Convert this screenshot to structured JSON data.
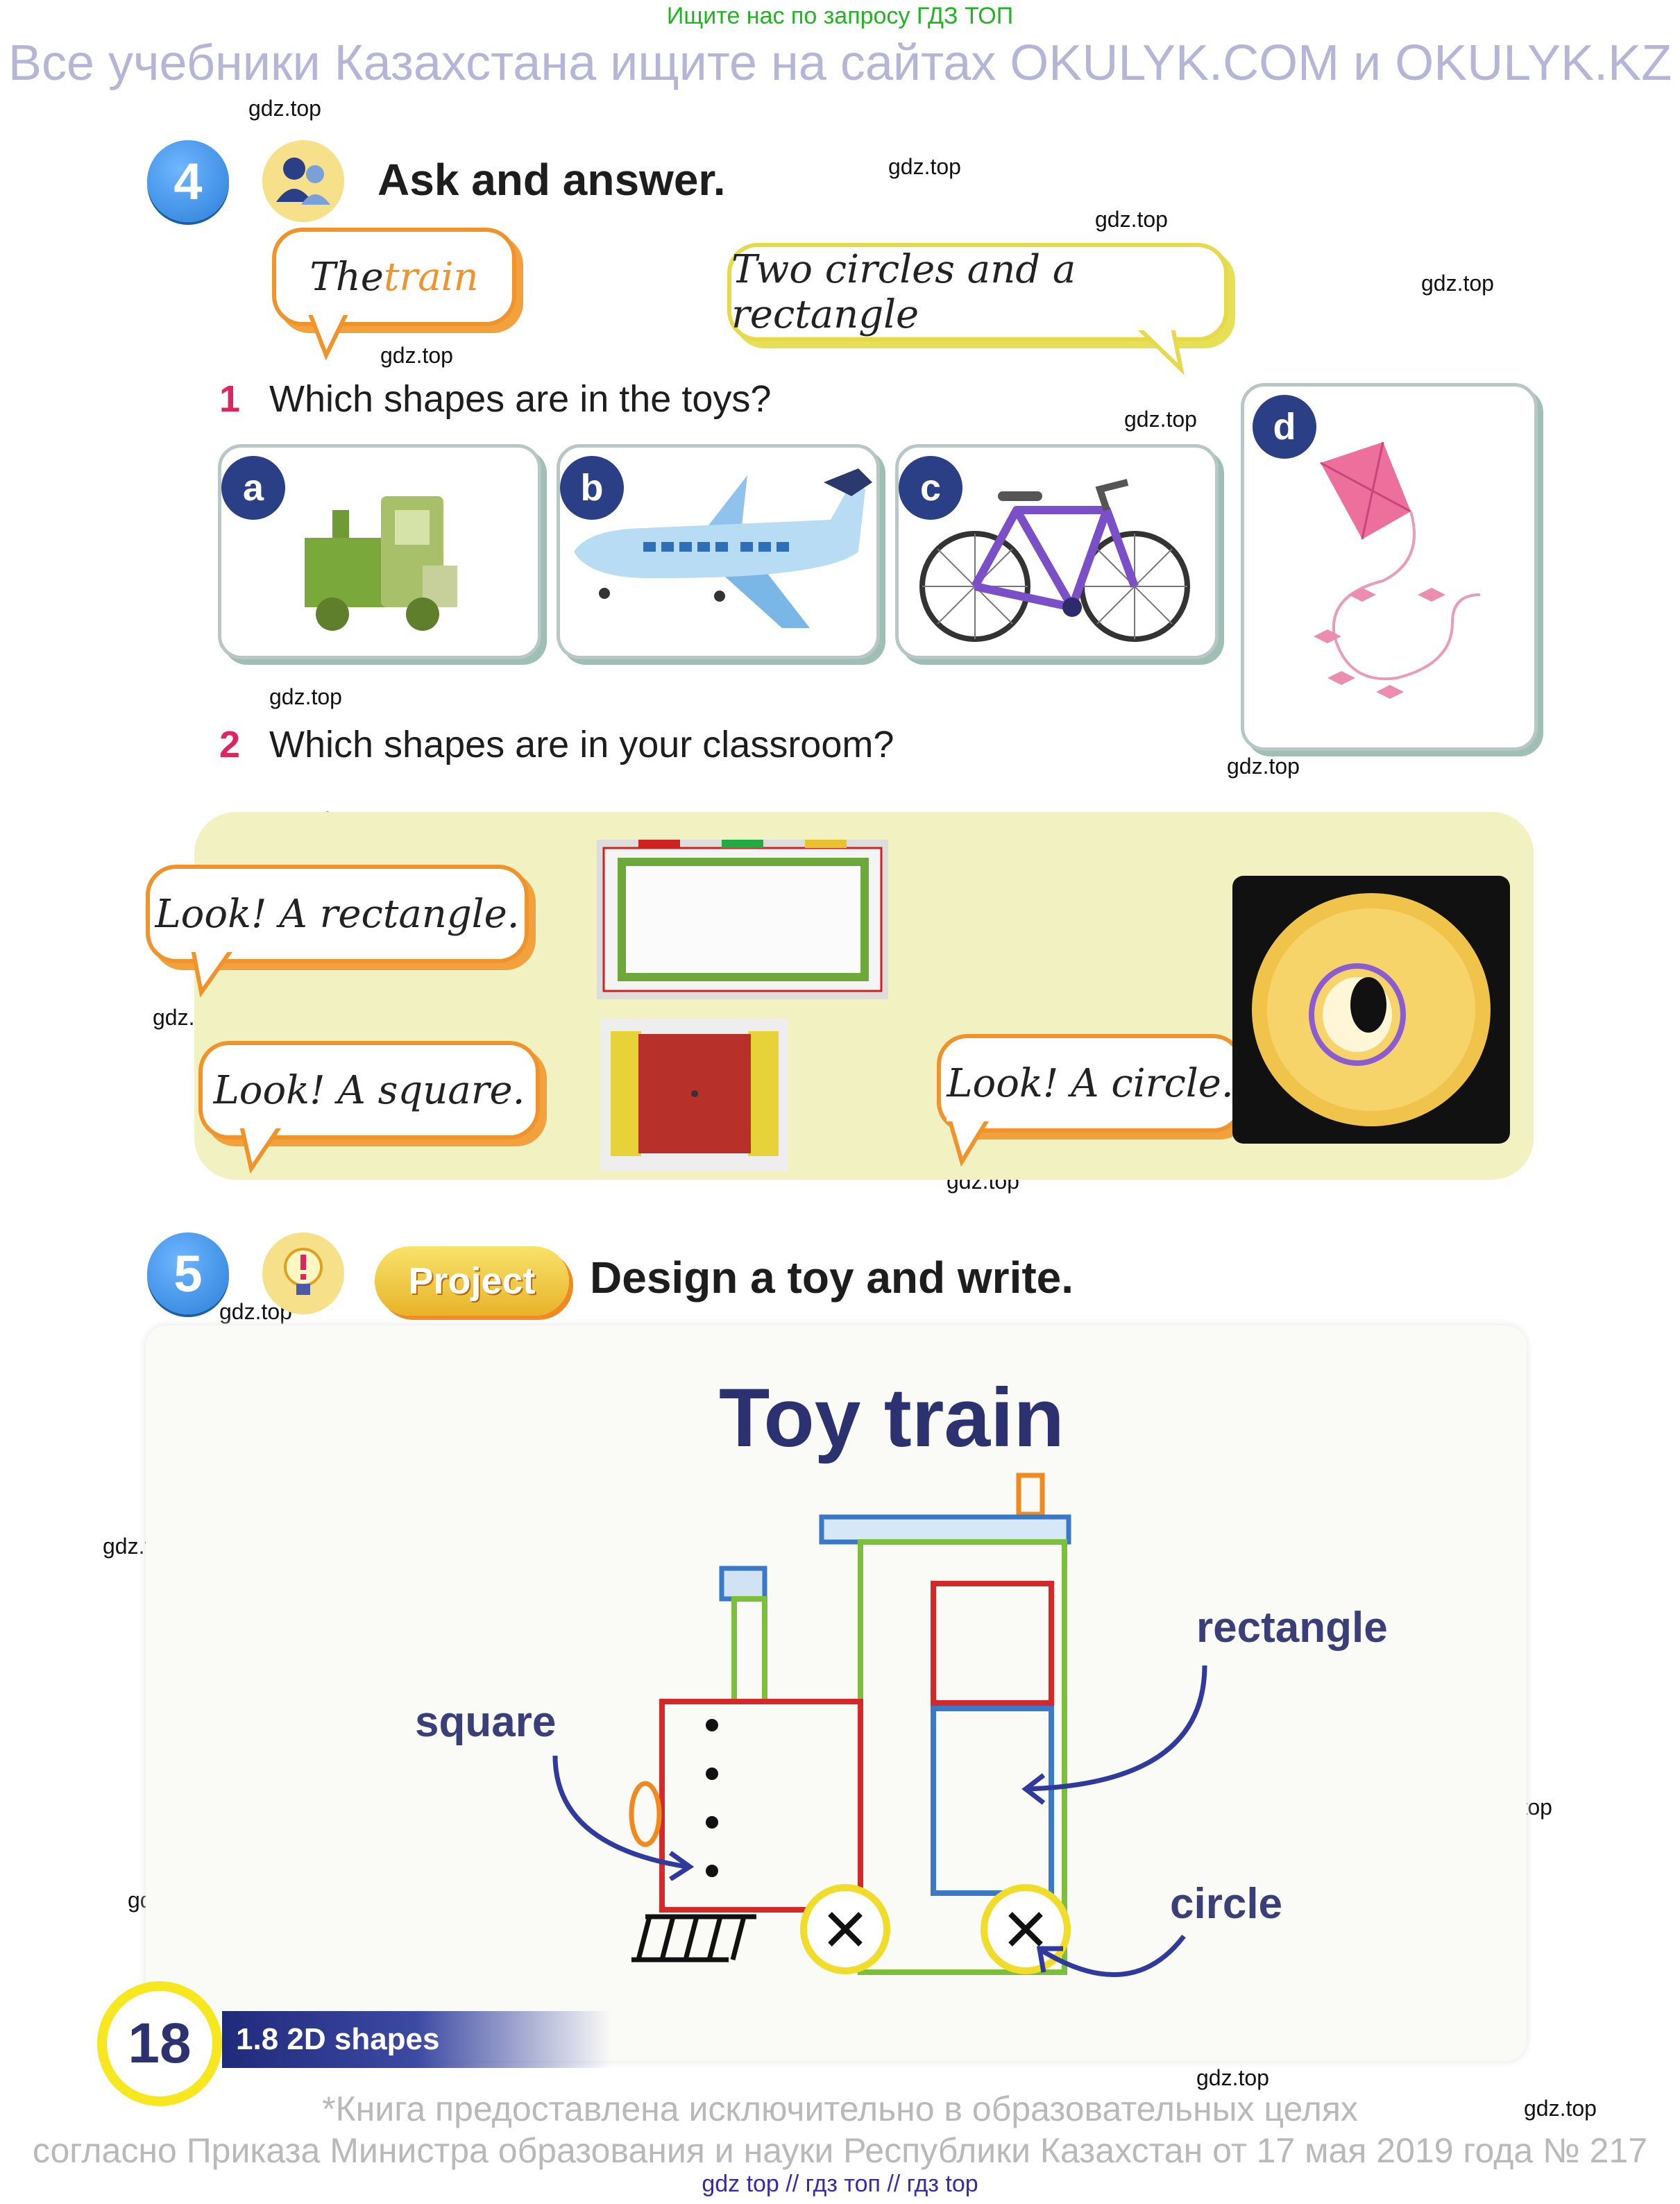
{
  "header": {
    "top_note": "Ищите нас по запросу ГДЗ ТОП",
    "banner": "Все учебники Казахстана ищите на сайтах OKULYK.COM и OKULYK.KZ"
  },
  "watermark": "gdz.top",
  "task4": {
    "number": "4",
    "title": "Ask and answer.",
    "bubble_left_the": "The ",
    "bubble_left_train": "train",
    "bubble_right": "Two circles and a rectangle",
    "q1_num": "1",
    "q1_text": "Which shapes are in the toys?",
    "cards": [
      {
        "label": "a"
      },
      {
        "label": "b"
      },
      {
        "label": "c"
      },
      {
        "label": "d"
      }
    ],
    "q2_num": "2",
    "q2_text": "Which shapes are in your classroom?",
    "bubble_rectangle": "Look! A rectangle.",
    "bubble_square": "Look! A square.",
    "bubble_circle": "Look! A circle."
  },
  "task5": {
    "number": "5",
    "project_label": "Project",
    "title": "Design a toy and write.",
    "toy_title": "Toy train",
    "label_square": "square",
    "label_rectangle": "rectangle",
    "label_circle": "circle"
  },
  "footer": {
    "page_number": "18",
    "section": "1.8 2D shapes",
    "note1": "*Книга предоставлена исключительно в образовательных целях",
    "note2": "согласно Приказа Министра образования и науки Республики Казахстан от 17 мая 2019 года № 217",
    "links": "gdz top  //  гдз топ  //  гдз top"
  },
  "colors": {
    "accent_orange": "#f0932b",
    "accent_blue": "#2a7fd9",
    "panel_yellow": "#f1f1c1",
    "navy": "#2c3270"
  }
}
